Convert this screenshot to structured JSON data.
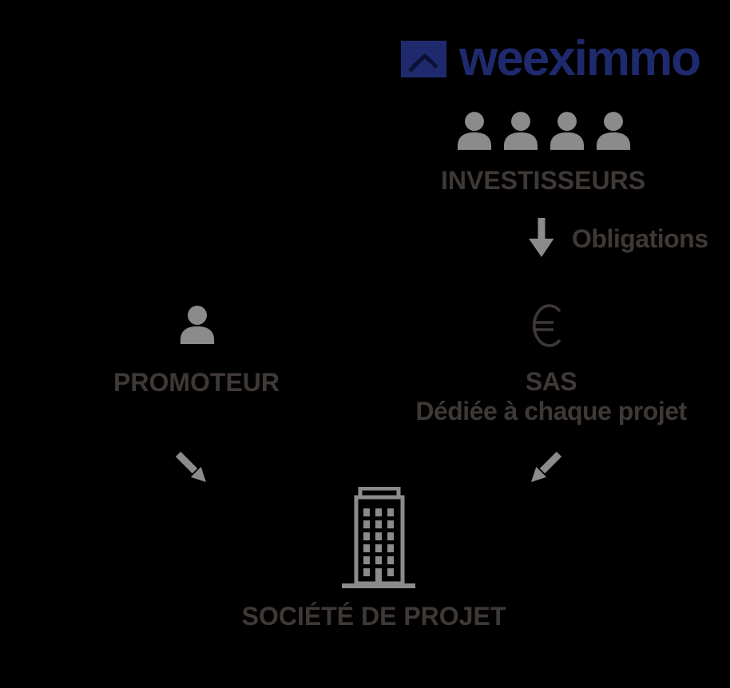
{
  "brand": {
    "name": "weeximmo"
  },
  "colors": {
    "background": "#000000",
    "brand_navy": "#1f2a6e",
    "brand_navy_dark": "#0b1133",
    "icon_gray": "#8b8b8b",
    "text_charcoal": "#3e3936"
  },
  "diagram": {
    "investors": {
      "label": "INVESTISSEURS",
      "icon": "person-icon",
      "icon_count": 4
    },
    "obligations": {
      "label": "Obligations",
      "icon": "down-arrow-icon"
    },
    "sas": {
      "title": "SAS",
      "subtitle": "Dédiée à chaque projet",
      "currency_symbol": "€",
      "icon": "euro-icon"
    },
    "promoter": {
      "label": "PROMOTEUR",
      "icon": "person-icon"
    },
    "project_company": {
      "label": "SOCIÉTÉ DE PROJET",
      "icon": "building-icon"
    },
    "flows": [
      {
        "from": "investors",
        "to": "sas",
        "icon": "down-arrow-icon",
        "label": "Obligations"
      },
      {
        "from": "promoter",
        "to": "project_company",
        "icon": "southeast-arrow-icon"
      },
      {
        "from": "sas",
        "to": "project_company",
        "icon": "southwest-arrow-icon"
      }
    ]
  }
}
